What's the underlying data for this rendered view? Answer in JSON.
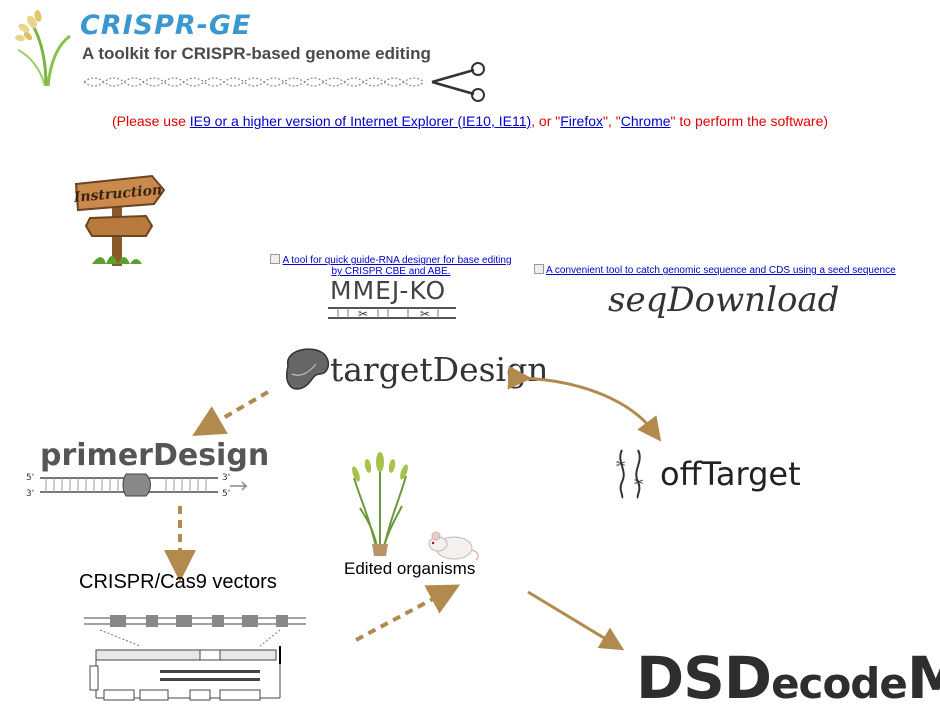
{
  "header": {
    "title": "CRISPR-GE",
    "subtitle": "A toolkit for CRISPR-based genome editing"
  },
  "notice": {
    "prefix": "(Please use ",
    "ie_link": "IE9 or a higher version of Internet Explorer (IE10, IE11)",
    "mid1": ", or \"",
    "firefox_link": "Firefox",
    "mid2": "\", \"",
    "chrome_link": "Chrome",
    "suffix": "\" to perform the software)"
  },
  "tools": {
    "instruction": "Instruction",
    "mmej_alt": "A tool for quick guide-RNA designer for base editing by CRISPR CBE and ABE.",
    "mmej_name": "MMEJ-KO",
    "seq_alt": "A convenient tool to catch genomic sequence and CDS using a seed sequence",
    "seq_name": "seqDownload",
    "target_name": "targetDesign",
    "primer_name": "primerDesign",
    "offtarget_name": "offTarget",
    "vectors_label": "CRISPR/Cas9 vectors",
    "organisms_label": "Edited organisms",
    "dsd_big1": "DSD",
    "dsd_rest": "ecode",
    "dsd_big2": "M"
  },
  "colors": {
    "arrow": "#b38a4e",
    "title": "#3b97d0",
    "notice": "#e00000",
    "link": "#0000cc"
  }
}
